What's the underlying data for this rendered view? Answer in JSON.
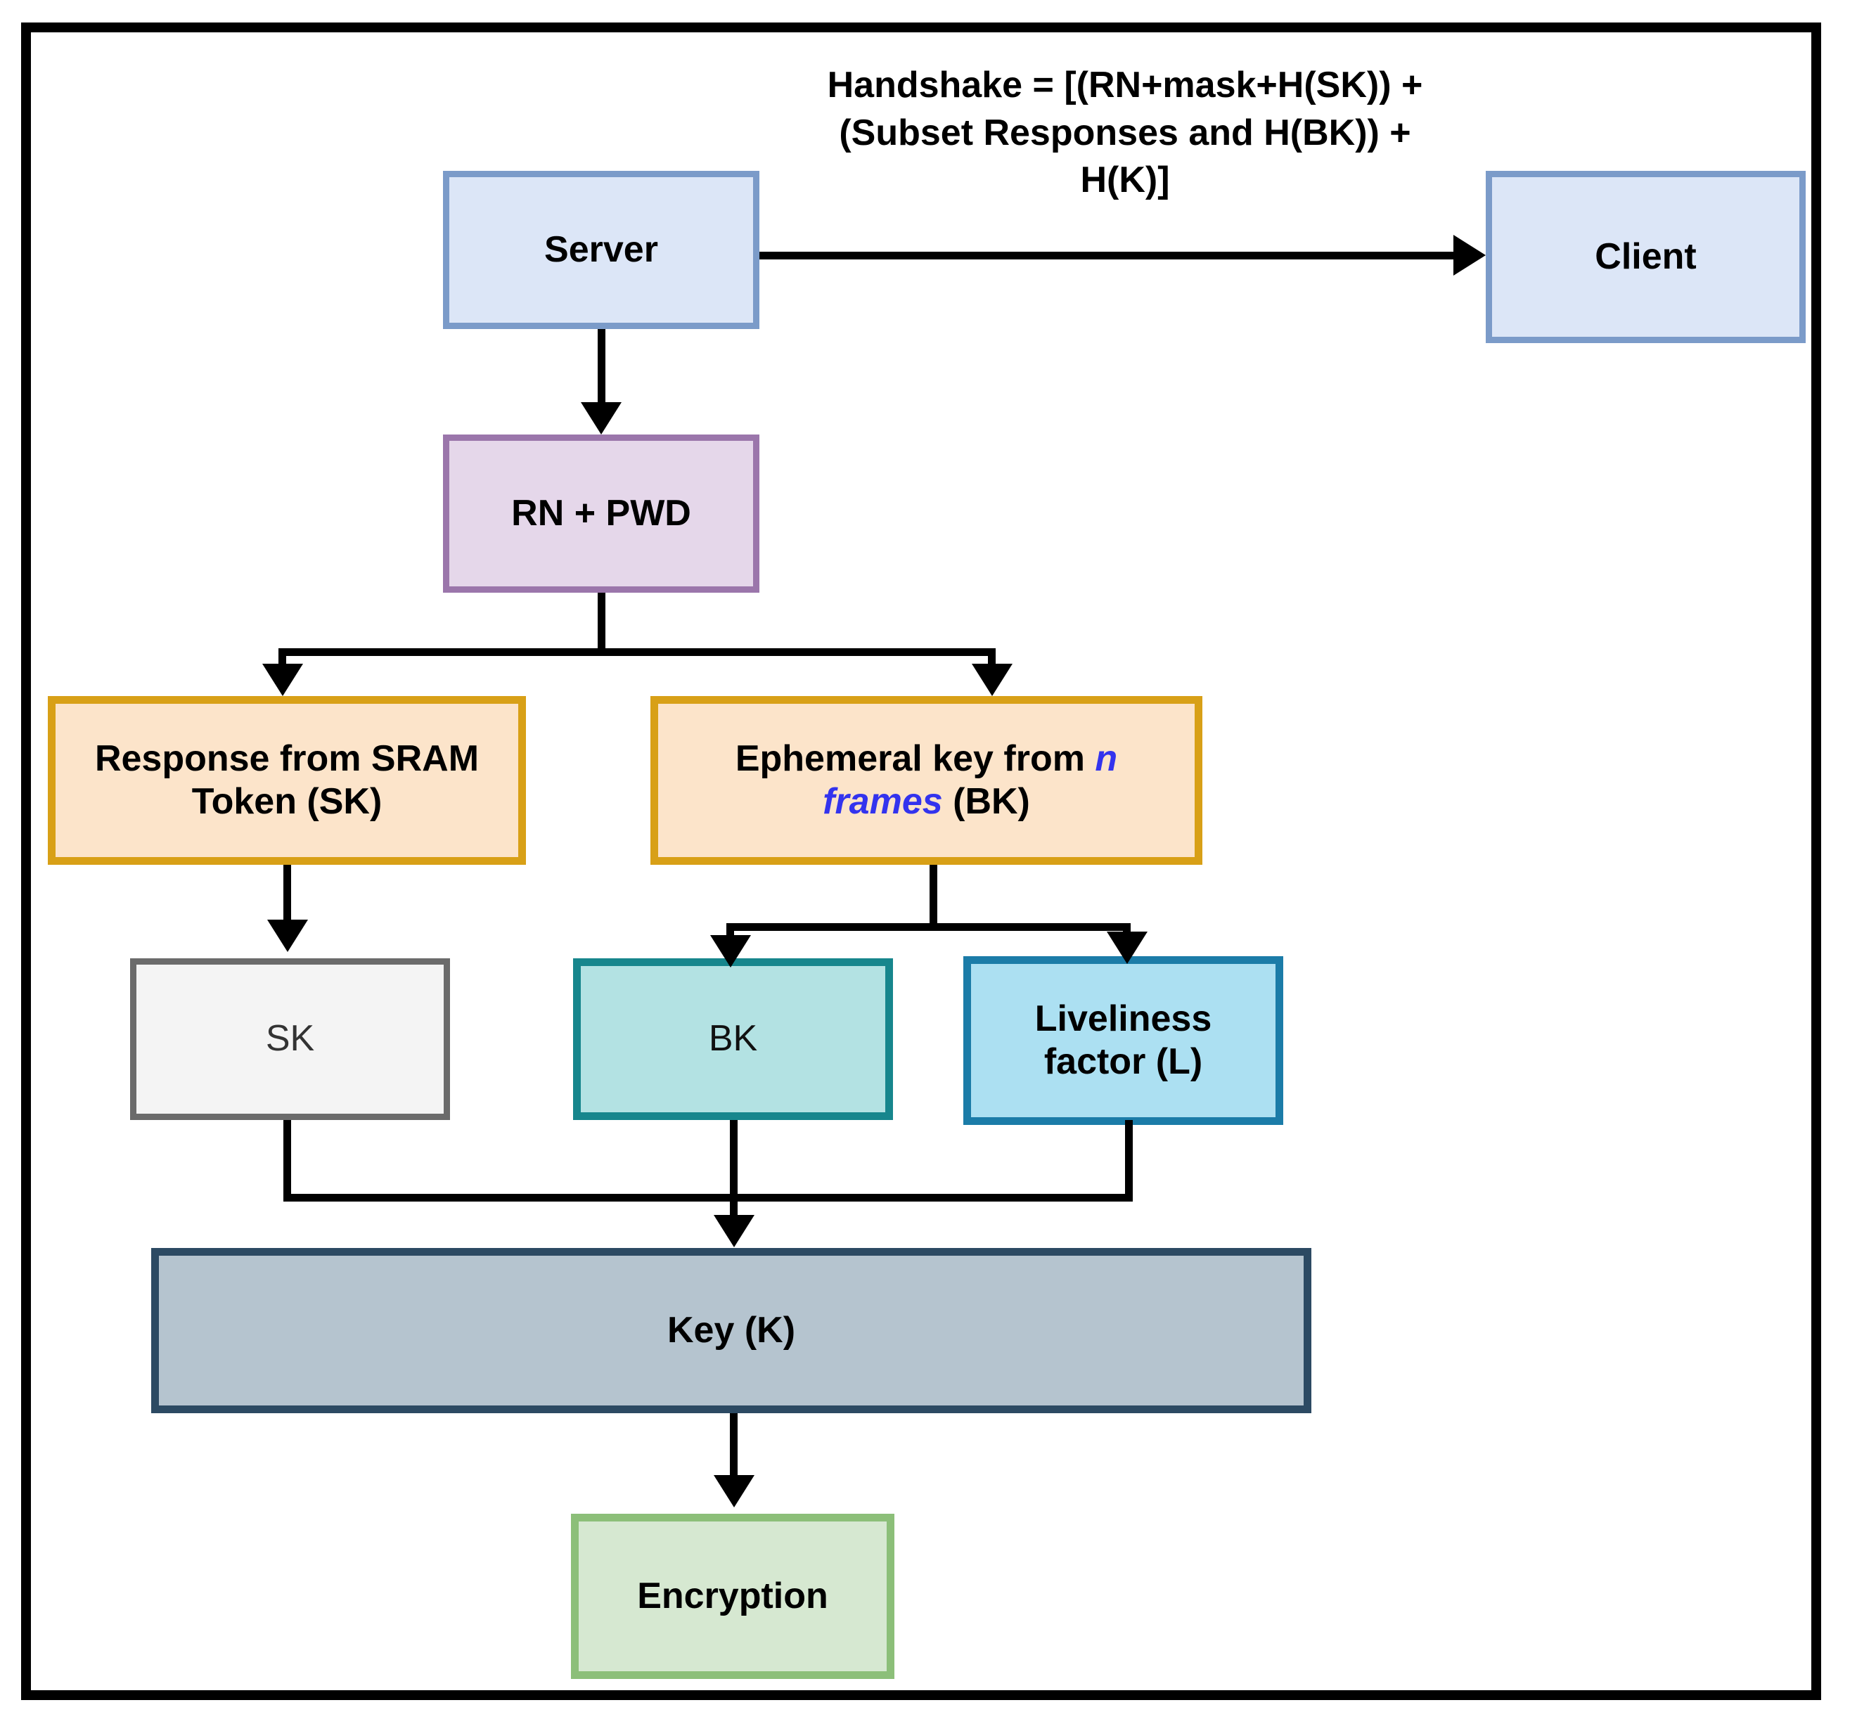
{
  "diagram": {
    "title_caption": "Handshake = [(RN+mask+H(SK)) +\n(Subset Responses and H(BK)) +\nH(K)]",
    "nodes": {
      "server": "Server",
      "client": "Client",
      "rn_pwd": "RN + PWD",
      "sram_response_line1": "Response from SRAM",
      "sram_response_line2": "Token (SK)",
      "ephemeral_prefix": "Ephemeral key from ",
      "ephemeral_italic_n": "n",
      "ephemeral_italic_frames": "frames",
      "ephemeral_suffix": " (BK)",
      "sk": "SK",
      "bk": "BK",
      "liveliness_line1": "Liveliness",
      "liveliness_line2": "factor (L)",
      "key": "Key (K)",
      "encryption": "Encryption"
    },
    "colors": {
      "server_fill": "#dce6f7",
      "server_border": "#7b9bc9",
      "rn_pwd_fill": "#e5d7ea",
      "rn_pwd_border": "#9b76ab",
      "orange_fill": "#fce4ca",
      "orange_border": "#d8a017",
      "sk_fill": "#f4f4f4",
      "sk_border": "#6b6b6b",
      "bk_fill": "#b3e2e3",
      "bk_border": "#17868d",
      "liveliness_fill": "#ace0f2",
      "liveliness_border": "#1b7ca8",
      "key_fill": "#b5c4cf",
      "key_border": "#2c4a63",
      "encryption_fill": "#d6e8d1",
      "encryption_border": "#8cbf79",
      "connector": "#000000",
      "emphasis_text": "#3333ee",
      "frame": "#000000"
    }
  }
}
